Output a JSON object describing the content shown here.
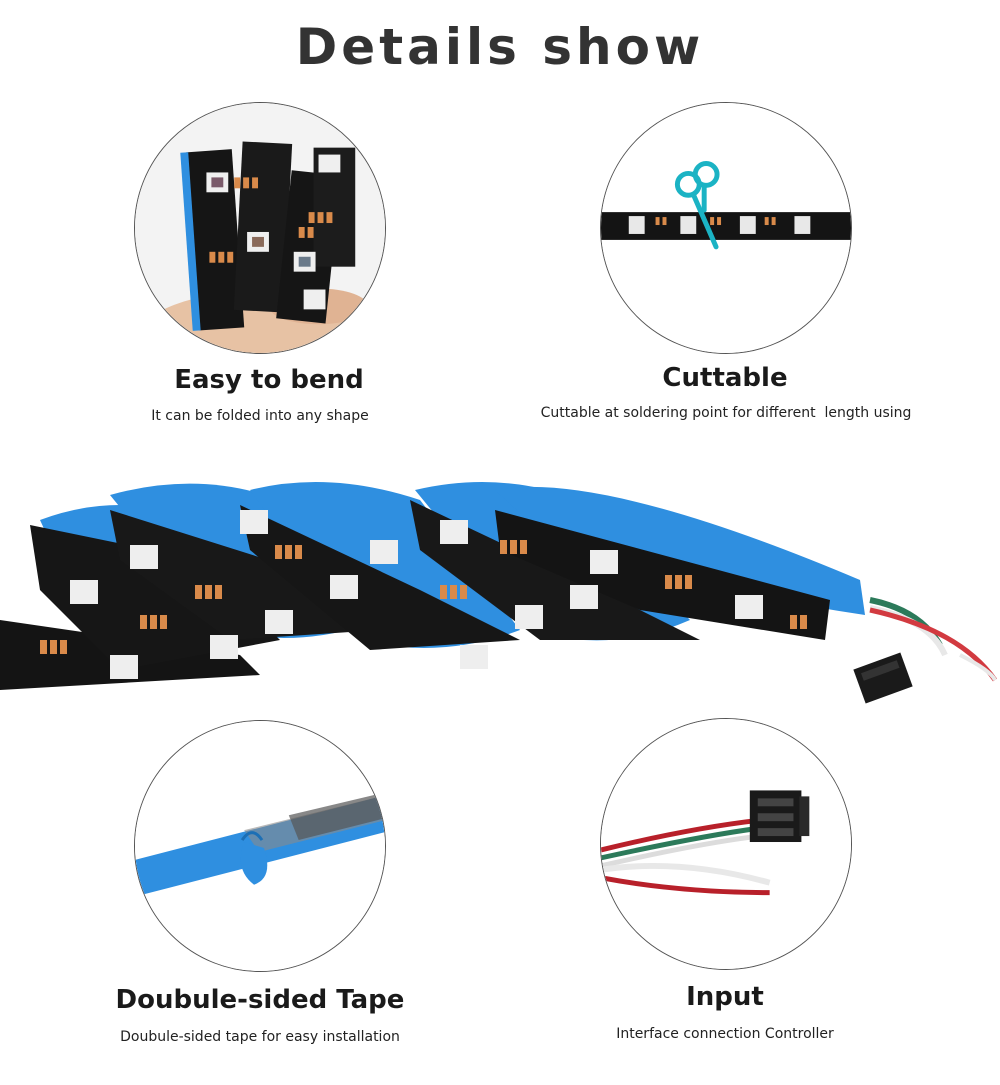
{
  "page": {
    "title": "Details show"
  },
  "features": [
    {
      "title": "Easy to bend",
      "description": "It can be folded into any shape"
    },
    {
      "title": "Cuttable",
      "description": "Cuttable at soldering point for different  length using"
    },
    {
      "title": "Doubule-sided Tape",
      "description": "Doubule-sided tape for easy installation"
    },
    {
      "title": "Input",
      "description": "Interface connection Controller"
    }
  ],
  "colors": {
    "strip_black": "#141414",
    "tape_blue": "#2f8fe0",
    "pad_copper": "#d98a4a",
    "scissors": "#1bb3c4",
    "wire_red": "#b8202a",
    "wire_white": "#e8e8e8",
    "wire_green": "#2c7a5a"
  },
  "icons": {
    "scissors": "scissors-icon",
    "connector": "connector-icon"
  }
}
